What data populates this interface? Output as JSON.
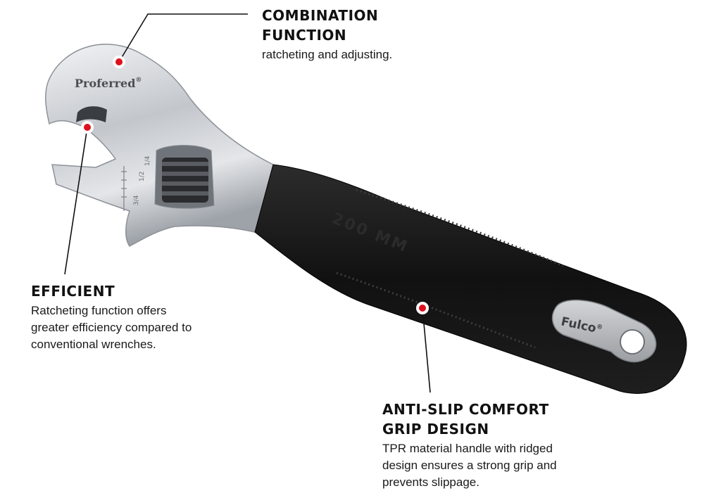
{
  "callouts": {
    "combination": {
      "title": "COMBINATION\nFUNCTION",
      "description": "ratcheting and adjusting."
    },
    "efficient": {
      "title": "EFFICIENT",
      "description": "Ratcheting function offers\ngreater efficiency compared to\nconventional wrenches."
    },
    "grip": {
      "title": "ANTI-SLIP COMFORT\nGRIP DESIGN",
      "description": "TPR material handle with ridged\ndesign ensures a strong grip and\nprevents slippage."
    }
  },
  "wrench": {
    "head_brand": "Proferred",
    "head_brand_mark": "®",
    "handle_size_label": "200 MM",
    "handle_brand": "Fulco",
    "handle_brand_mark": "®",
    "scale_marks": [
      "3/4",
      "1/2",
      "1/4"
    ]
  },
  "colors": {
    "marker": "#e0101e",
    "handle": "#151515",
    "chrome": "#c9ccd0",
    "leader_line": "#111111"
  }
}
